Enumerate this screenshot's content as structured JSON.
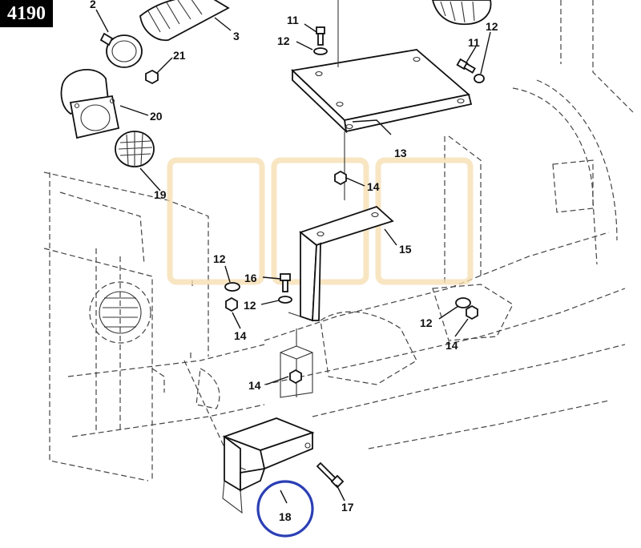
{
  "figure": {
    "number": "4190"
  },
  "callouts": [
    {
      "id": "2",
      "text": "2"
    },
    {
      "id": "3",
      "text": "3"
    },
    {
      "id": "11a",
      "text": "11"
    },
    {
      "id": "12a",
      "text": "12"
    },
    {
      "id": "11b",
      "text": "11"
    },
    {
      "id": "12b",
      "text": "12"
    },
    {
      "id": "21",
      "text": "21"
    },
    {
      "id": "20",
      "text": "20"
    },
    {
      "id": "13",
      "text": "13"
    },
    {
      "id": "19",
      "text": "19"
    },
    {
      "id": "14a",
      "text": "14"
    },
    {
      "id": "15",
      "text": "15"
    },
    {
      "id": "12c",
      "text": "12"
    },
    {
      "id": "16",
      "text": "16"
    },
    {
      "id": "12d",
      "text": "12"
    },
    {
      "id": "14b",
      "text": "14"
    },
    {
      "id": "12e",
      "text": "12"
    },
    {
      "id": "14c",
      "text": "14"
    },
    {
      "id": "14d",
      "text": "14"
    },
    {
      "id": "17",
      "text": "17"
    },
    {
      "id": "18",
      "text": "18"
    }
  ],
  "highlight": {
    "target": "18",
    "color": "#2b3fb5"
  },
  "watermark_color": "#f6dcae"
}
